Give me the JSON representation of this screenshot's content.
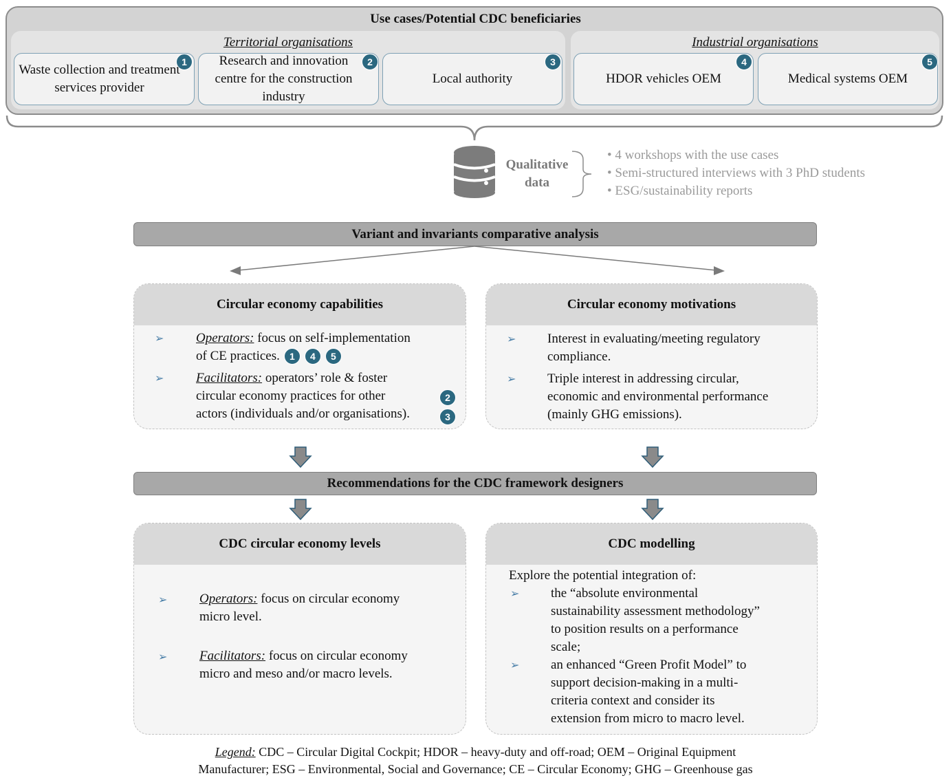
{
  "top": {
    "title": "Use cases/Potential CDC beneficiaries",
    "territorial_title": "Territorial organisations",
    "industrial_title": "Industrial organisations",
    "cases": [
      {
        "num": "1",
        "label": "Waste collection and treatment services provider"
      },
      {
        "num": "2",
        "label": "Research and innovation centre for the construction industry"
      },
      {
        "num": "3",
        "label": "Local authority"
      },
      {
        "num": "4",
        "label": "HDOR vehicles OEM"
      },
      {
        "num": "5",
        "label": "Medical systems OEM"
      }
    ]
  },
  "qualitative": {
    "label_line1": "Qualitative",
    "label_line2": "data",
    "sources": [
      "4 workshops with the use cases",
      "Semi-structured interviews with 3 PhD students",
      "ESG/sustainability reports"
    ]
  },
  "analysis_bar": "Variant and invariants comparative analysis",
  "capabilities": {
    "title": "Circular economy capabilities",
    "op_term": "Operators:",
    "op_text_1": " focus on self-implementation",
    "op_text_2": "of CE practices.",
    "op_badges": [
      "1",
      "4",
      "5"
    ],
    "fac_term": "Facilitators:",
    "fac_text_1": " operators’ role & foster",
    "fac_text_2": "circular economy practices for other",
    "fac_text_3": "actors (individuals and/or organisations).",
    "fac_badges": [
      "2",
      "3"
    ]
  },
  "motivations": {
    "title": "Circular economy motivations",
    "item1_line1": "Interest in evaluating/meeting regulatory",
    "item1_line2": "compliance.",
    "item2_line1": "Triple interest in addressing circular,",
    "item2_line2": "economic and environmental performance",
    "item2_line3": "(mainly GHG emissions)."
  },
  "recommend_bar": "Recommendations for the CDC framework designers",
  "levels": {
    "title": "CDC circular economy levels",
    "op_term": "Operators:",
    "op_text_1": " focus on circular economy",
    "op_text_2": "micro level.",
    "fac_term": "Facilitators:",
    "fac_text_1": " focus on circular economy",
    "fac_text_2": "micro and meso and/or macro levels."
  },
  "modelling": {
    "title": "CDC modelling",
    "intro": "Explore the potential integration of:",
    "item1": [
      "the “absolute environmental",
      "sustainability assessment methodology”",
      "to position results on a performance",
      "scale;"
    ],
    "item2": [
      "an enhanced “Green Profit Model” to",
      "support decision-making in a multi-",
      "criteria context and consider its",
      "extension from micro to macro level."
    ]
  },
  "legend": {
    "term": "Legend:",
    "line1": " CDC – Circular Digital Cockpit; HDOR – heavy-duty and off-road; OEM – Original Equipment",
    "line2": "Manufacturer; ESG – Environmental, Social and Governance; CE – Circular Economy; GHG – Greenhouse gas"
  },
  "bullet_glyph": "➢",
  "colors": {
    "badge": "#2b6880",
    "card_border": "#7ea1b5",
    "bar": "#a8a8a8"
  }
}
